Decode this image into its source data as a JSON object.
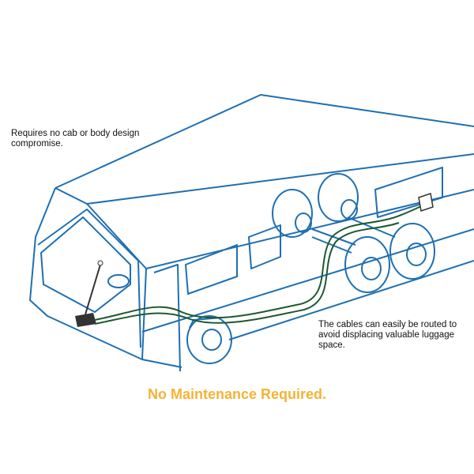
{
  "captions": {
    "cab": "Requires no cab or body design compromise.",
    "cables": "The cables can easily be routed to avoid displacing valuable luggage space."
  },
  "headline": "No Maintenance Required.",
  "colors": {
    "outline": "#1f6fb2",
    "cable": "#1e5a2e",
    "headline": "#f5b335"
  }
}
